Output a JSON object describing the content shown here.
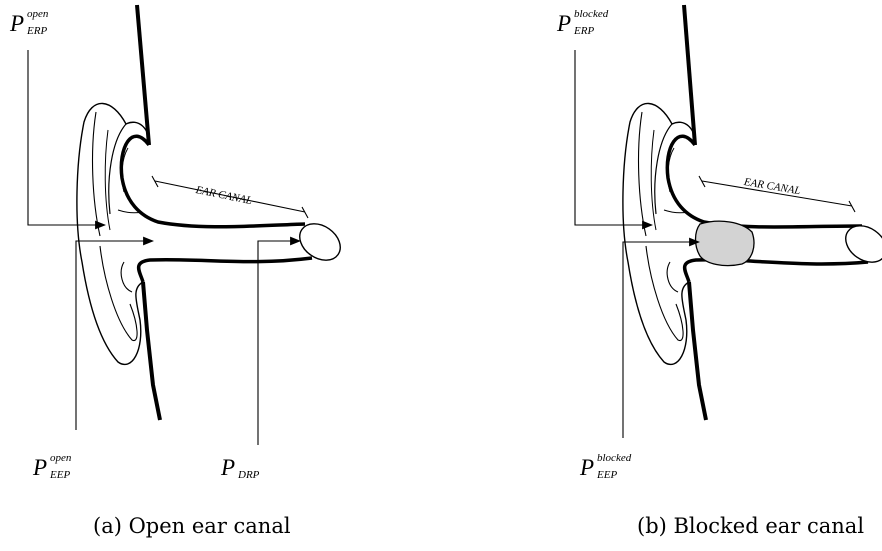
{
  "panels": [
    {
      "caption": "(a) Open ear canal",
      "canal_label": "EAR CANAL",
      "labels": {
        "erp": {
          "base": "P",
          "sup": "open",
          "sub": "ERP"
        },
        "eep": {
          "base": "P",
          "sup": "open",
          "sub": "EEP"
        },
        "drp": {
          "base": "P",
          "sup": "",
          "sub": "DRP"
        }
      }
    },
    {
      "caption": "(b) Blocked ear canal",
      "canal_label": "EAR CANAL",
      "labels": {
        "erp": {
          "base": "P",
          "sup": "blocked",
          "sub": "ERP"
        },
        "eep": {
          "base": "P",
          "sup": "blocked",
          "sub": "EEP"
        }
      }
    }
  ]
}
